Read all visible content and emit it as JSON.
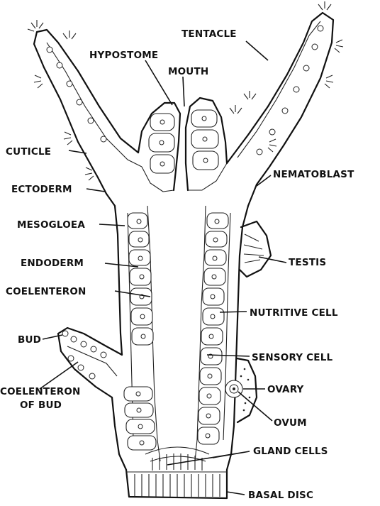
{
  "figure": {
    "labels": {
      "tentacle": "TENTACLE",
      "hypostome": "HYPOSTOME",
      "mouth": "MOUTH",
      "cuticle": "CUTICLE",
      "nematoblast": "NEMATOBLAST",
      "ectoderm": "ECTODERM",
      "mesogloea": "MESOGLOEA",
      "testis": "TESTIS",
      "endoderm": "ENDODERM",
      "coelenteron": "COELENTERON",
      "nutritive_cell": "NUTRITIVE CELL",
      "bud": "BUD",
      "sensory_cell": "SENSORY CELL",
      "ovary": "OVARY",
      "coelenteron_of_bud_line1": "COELENTERON",
      "coelenteron_of_bud_line2": "OF BUD",
      "ovum": "OVUM",
      "gland_cells": "GLAND CELLS",
      "basal_disc": "BASAL DISC"
    },
    "colors": {
      "ink": "#111111",
      "paper": "#ffffff"
    }
  }
}
